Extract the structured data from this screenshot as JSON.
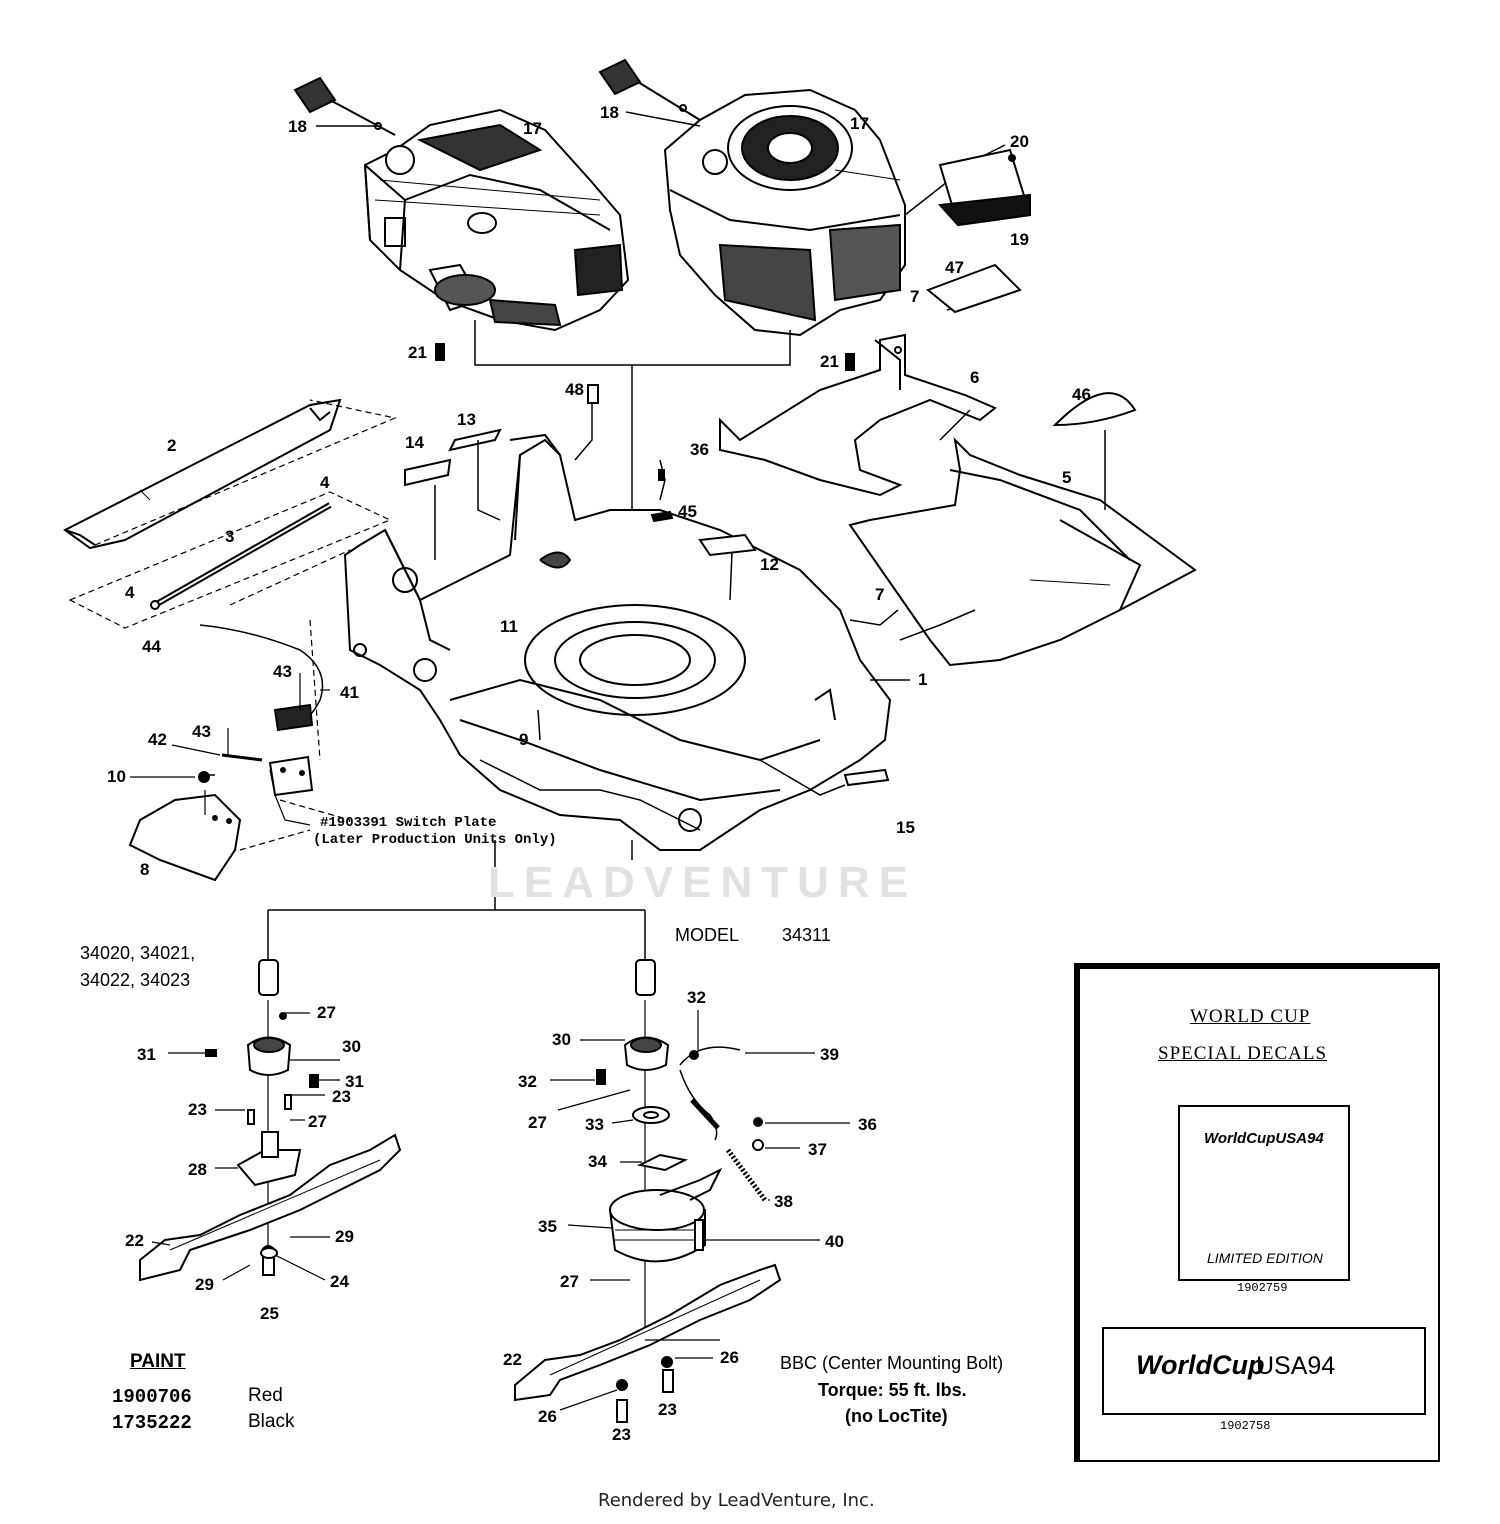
{
  "callouts": {
    "c17a": "17",
    "c18a": "18",
    "c21a": "21",
    "c17b": "17",
    "c18b": "18",
    "c20": "20",
    "c19": "19",
    "c47": "47",
    "c7a": "7",
    "c21b": "21",
    "c6": "6",
    "c46": "46",
    "c48": "48",
    "c13": "13",
    "c14": "14",
    "c2": "2",
    "c4a": "4",
    "c3": "3",
    "c4b": "4",
    "c36a": "36",
    "c45": "45",
    "c5": "5",
    "c12": "12",
    "c7b": "7",
    "c44": "44",
    "c11": "11",
    "c1": "1",
    "c43a": "43",
    "c41": "41",
    "c42": "42",
    "c43b": "43",
    "c10": "10",
    "c9": "9",
    "c15": "15",
    "c8": "8",
    "l27a": "27",
    "l30a": "30",
    "l31a": "31",
    "l31b": "31",
    "l23a": "23",
    "l23b": "23",
    "l27b": "27",
    "l28": "28",
    "l22a": "22",
    "l29a": "29",
    "l29b": "29",
    "l24": "24",
    "l25": "25",
    "r32a": "32",
    "r30": "30",
    "r39": "39",
    "r32b": "32",
    "r27a": "27",
    "r33": "33",
    "r36": "36",
    "r37": "37",
    "r34": "34",
    "r38": "38",
    "r35": "35",
    "r40": "40",
    "r27b": "27",
    "r26a": "26",
    "r22": "22",
    "r26b": "26",
    "r23a": "23",
    "r23b": "23"
  },
  "switch_note": {
    "line1": "#1903391 Switch Plate",
    "line2": "(Later Production Units Only)"
  },
  "watermark": "LEADVENTURE",
  "models_left": {
    "line1": "34020, 34021,",
    "line2": "34022, 34023"
  },
  "model_right": {
    "label": "MODEL",
    "number": "34311"
  },
  "paint": {
    "heading": "PAINT",
    "rows": [
      {
        "number": "1900706",
        "color": "Red"
      },
      {
        "number": "1735222",
        "color": "Black"
      }
    ]
  },
  "bbc_note": {
    "line1": "BBC (Center Mounting Bolt)",
    "line2": "Torque:  55 ft. lbs.",
    "line3": "(no LocTite)"
  },
  "decals": {
    "title1": "WORLD CUP",
    "title2": "SPECIAL DECALS",
    "card1": {
      "brand": "WorldCupUSA94",
      "edition": "LIMITED EDITION",
      "part": "1902759"
    },
    "card2": {
      "brand_a": "WorldCup",
      "brand_b": "USA94",
      "part": "1902758"
    }
  },
  "footer": "Rendered by LeadVenture, Inc.",
  "colors": {
    "ink": "#000000",
    "watermark": "#e2e2e2",
    "paper": "#ffffff"
  }
}
